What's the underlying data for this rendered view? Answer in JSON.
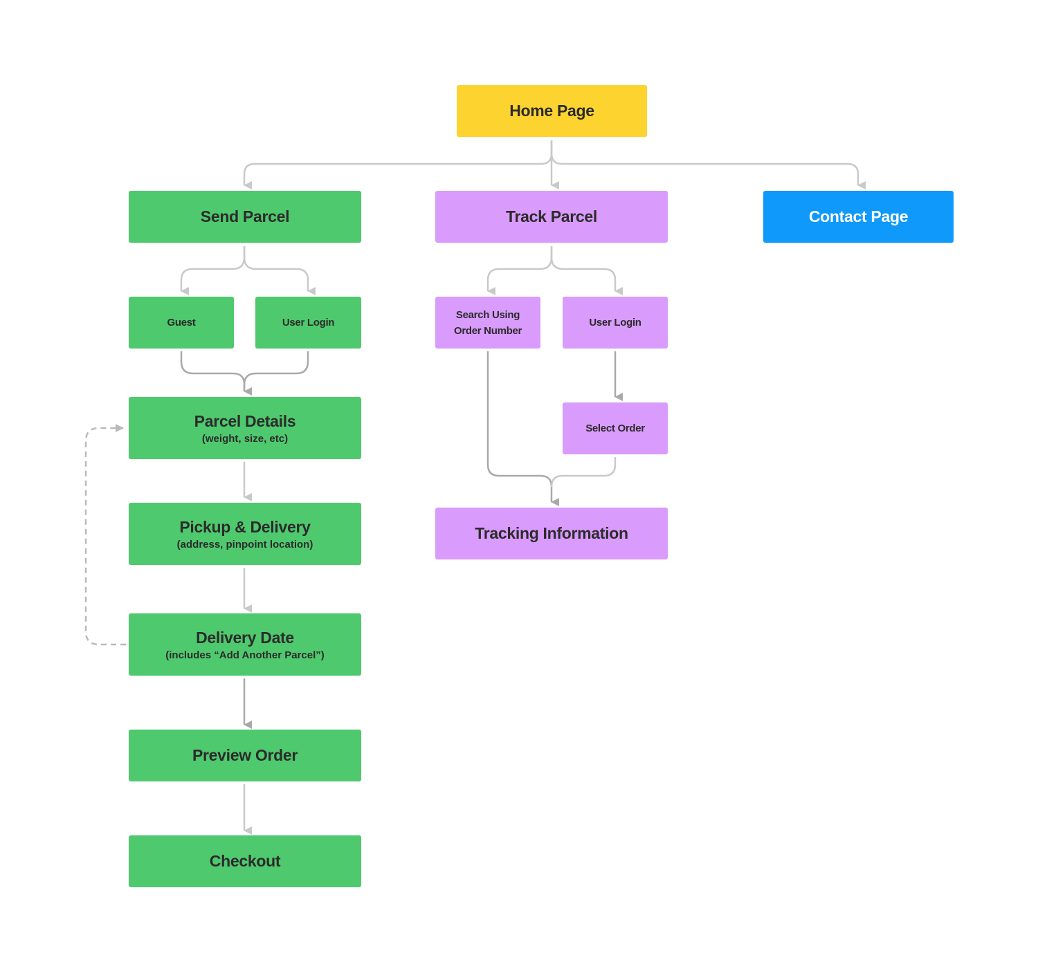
{
  "colors": {
    "home": "#fdd330",
    "send_flow": "#4fc96e",
    "track_flow": "#d99bfc",
    "contact": "#0f99fb",
    "connector": "#c9c9c9",
    "connector_strong": "#a9a9a9"
  },
  "nodes": {
    "home": {
      "title": "Home Page"
    },
    "send_parcel": {
      "title": "Send Parcel"
    },
    "track_parcel": {
      "title": "Track Parcel"
    },
    "contact_page": {
      "title": "Contact Page"
    },
    "guest": {
      "title": "Guest"
    },
    "send_user_login": {
      "title": "User Login"
    },
    "search_order": {
      "title": "Search Using\nOrder Number"
    },
    "track_user_login": {
      "title": "User Login"
    },
    "parcel_details": {
      "title": "Parcel Details",
      "subtitle": "(weight, size, etc)"
    },
    "select_order": {
      "title": "Select Order"
    },
    "pickup_delivery": {
      "title": "Pickup & Delivery",
      "subtitle": "(address, pinpoint location)"
    },
    "tracking_info": {
      "title": "Tracking Information"
    },
    "delivery_date": {
      "title": "Delivery Date",
      "subtitle": "(includes “Add Another Parcel”)"
    },
    "preview_order": {
      "title": "Preview Order"
    },
    "checkout": {
      "title": "Checkout"
    }
  },
  "edges": [
    {
      "from": "Home Page",
      "to": "Send Parcel"
    },
    {
      "from": "Home Page",
      "to": "Track Parcel"
    },
    {
      "from": "Home Page",
      "to": "Contact Page"
    },
    {
      "from": "Send Parcel",
      "to": "Guest"
    },
    {
      "from": "Send Parcel",
      "to": "User Login"
    },
    {
      "from": "Guest",
      "to": "Parcel Details"
    },
    {
      "from": "User Login",
      "to": "Parcel Details"
    },
    {
      "from": "Parcel Details",
      "to": "Pickup & Delivery"
    },
    {
      "from": "Pickup & Delivery",
      "to": "Delivery Date"
    },
    {
      "from": "Delivery Date",
      "to": "Parcel Details",
      "style": "dashed"
    },
    {
      "from": "Delivery Date",
      "to": "Preview Order"
    },
    {
      "from": "Preview Order",
      "to": "Checkout"
    },
    {
      "from": "Track Parcel",
      "to": "Search Using Order Number"
    },
    {
      "from": "Track Parcel",
      "to": "User Login"
    },
    {
      "from": "User Login",
      "to": "Select Order"
    },
    {
      "from": "Search Using Order Number",
      "to": "Tracking Information"
    },
    {
      "from": "Select Order",
      "to": "Tracking Information"
    }
  ]
}
